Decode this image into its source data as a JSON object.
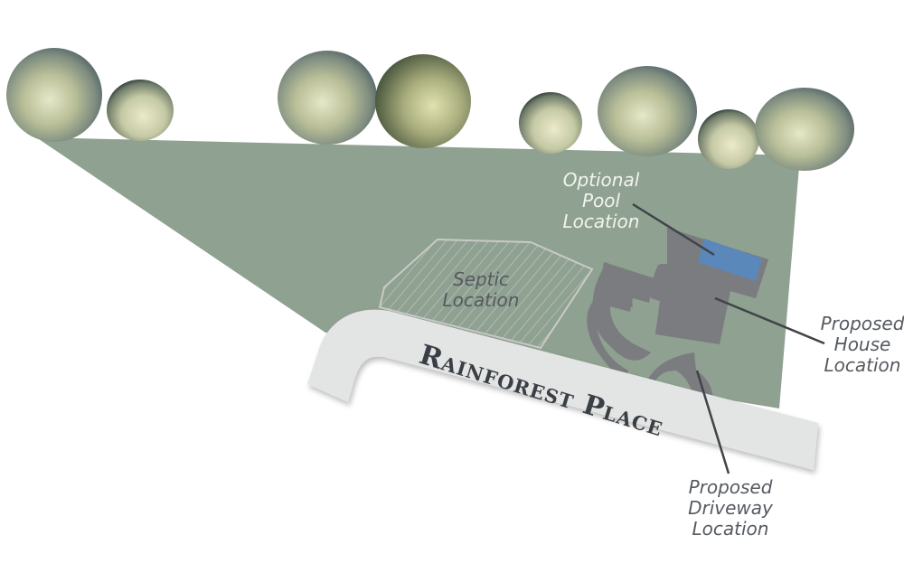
{
  "title": "Site plan - Rainforest Place",
  "road": {
    "name": "Rainforest Place"
  },
  "labels": {
    "pool": [
      "Optional",
      "Pool",
      "Location"
    ],
    "septic": [
      "Septic",
      "Location"
    ],
    "house": [
      "Proposed",
      "House",
      "Location"
    ],
    "driveway": [
      "Proposed",
      "Driveway",
      "Location"
    ]
  },
  "colors": {
    "lot": "#8fa190",
    "house": "#7b7c80",
    "pool": "#5a88bb",
    "road": "#e3e4e4",
    "septic_hatch": "#c8cac8",
    "leader": "#3f4448"
  },
  "trees": [
    {
      "name": "tree-1"
    },
    {
      "name": "tree-2"
    },
    {
      "name": "tree-3"
    },
    {
      "name": "tree-4"
    },
    {
      "name": "tree-5"
    },
    {
      "name": "tree-6"
    },
    {
      "name": "tree-7"
    },
    {
      "name": "tree-8"
    }
  ]
}
